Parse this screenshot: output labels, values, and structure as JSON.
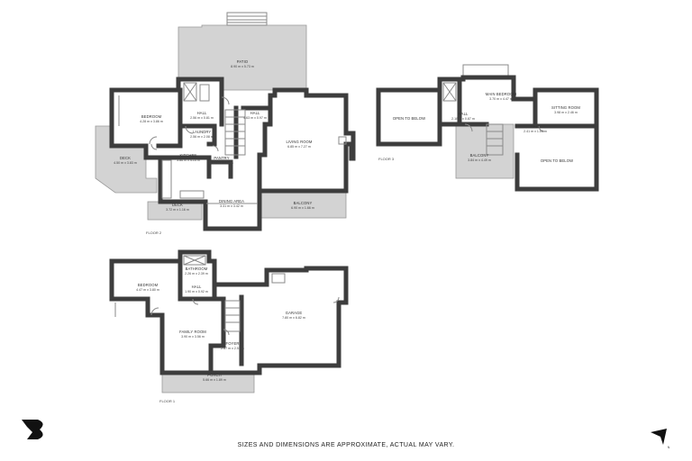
{
  "floors": [
    {
      "label": "FLOOR 2",
      "rooms": [
        {
          "name": "PATIO",
          "dims": "8.90 m x 5.73 m"
        },
        {
          "name": "BEDROOM",
          "dims": "4.28 m x 3.86 m"
        },
        {
          "name": "HALL",
          "dims": "2.56 m x 0.81 m"
        },
        {
          "name": "HALL",
          "dims": "4.63 m x 0.97 m"
        },
        {
          "name": "LAUNDRY",
          "dims": "2.56 m x 2.08 m"
        },
        {
          "name": "LIVING ROOM",
          "dims": "6.85 m x 7.27 m"
        },
        {
          "name": "DECK",
          "dims": "4.50 m x 3.83 m"
        },
        {
          "name": "KITCHEN",
          "dims": "3.86 m x 4.13 m"
        },
        {
          "name": "PANTRY",
          "dims": "1.82 m x 1.08 m"
        },
        {
          "name": "DINING AREA",
          "dims": "3.31 m x 3.42 m"
        },
        {
          "name": "DECK",
          "dims": "3.72 m x 1.16 m"
        },
        {
          "name": "BALCONY",
          "dims": "6.90 m x 1.66 m"
        }
      ]
    },
    {
      "label": "FLOOR 3",
      "rooms": [
        {
          "name": "OPEN TO BELOW",
          "dims": ""
        },
        {
          "name": "MAIN BEDROOM",
          "dims": "3.70 m x 4.47 m"
        },
        {
          "name": "HALL",
          "dims": "2.18 m x 0.87 m"
        },
        {
          "name": "SITTING ROOM",
          "dims": "3.98 m x 2.46 m"
        },
        {
          "name": "HALL",
          "dims": "2.41 m x 1.03 m"
        },
        {
          "name": "BALCONY",
          "dims": "3.84 m x 4.49 m"
        },
        {
          "name": "OPEN TO BELOW",
          "dims": ""
        }
      ]
    },
    {
      "label": "FLOOR 1",
      "rooms": [
        {
          "name": "BATHROOM",
          "dims": "2.26 m x 2.39 m"
        },
        {
          "name": "BEDROOM",
          "dims": "4.47 m x 3.80 m"
        },
        {
          "name": "HALL",
          "dims": "1.90 m x 0.92 m"
        },
        {
          "name": "GARAGE",
          "dims": "7.80 m x 6.82 m"
        },
        {
          "name": "FAMILY ROOM",
          "dims": "3.90 m x 3.56 m"
        },
        {
          "name": "FOYER",
          "dims": "2.67 m x 2.51 m"
        },
        {
          "name": "PORCH",
          "dims": "5.66 m x 1.89 m"
        }
      ]
    }
  ],
  "disclaimer": "SIZES AND DIMENSIONS ARE APPROXIMATE, ACTUAL MAY VARY.",
  "compass_label": "N",
  "colors": {
    "wall": "#3d3d3d",
    "exterior": "#d3d3d3",
    "logo": "#111111"
  }
}
